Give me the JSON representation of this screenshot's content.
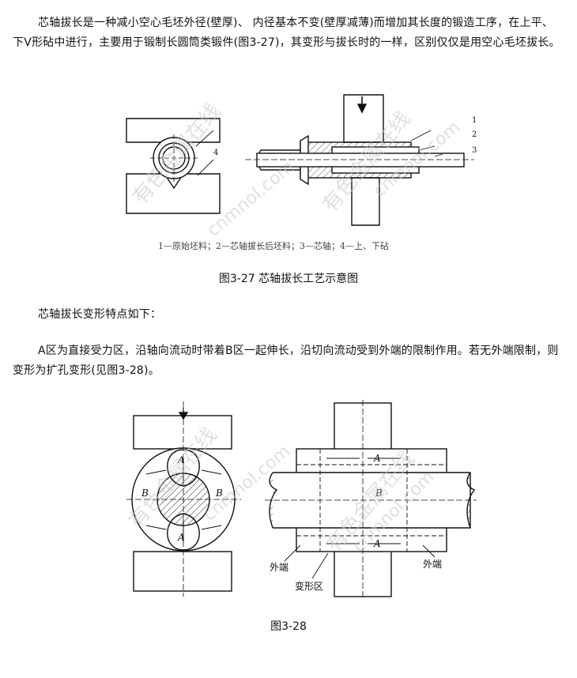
{
  "paragraphs": {
    "intro": "芯轴拔长是一种减小空心毛坯外径(壁厚)、 内径基本不变(壁厚减薄)而增加其长度的锻造工序，在上平、 下V形砧中进行，主要用于锻制长圆筒类锻件(图3-27)，其变形与拔长时的一样，区别仅仅是用空心毛坯拔长。",
    "features_heading": "芯轴拔长变形特点如下：",
    "zone_a": "A区为直接受力区，沿轴向流动时带着B区一起伸长，沿切向流动受到外端的限制作用。若无外端限制，则变形为扩孔变形(见图3-28)。"
  },
  "figure_27": {
    "caption": "图3-27 芯轴拔长工艺示意图",
    "legend": "1—原始坯料；2—芯轴拔长后坯料；3—芯轴；4—上、下砧",
    "callouts": [
      "1",
      "2",
      "3",
      "4"
    ]
  },
  "figure_28": {
    "caption": "图3-28",
    "labels": {
      "a_top": "A",
      "a_bottom": "A",
      "b_left": "B",
      "b_right": "B",
      "a_side_top": "A",
      "a_side_bottom": "A",
      "b_side": "B",
      "outer_end_left": "外端",
      "outer_end_right": "外端",
      "deform_zone": "变形区"
    }
  },
  "watermark": {
    "text_cn": "有色金属在线",
    "text_url": "cnmnol.com"
  }
}
